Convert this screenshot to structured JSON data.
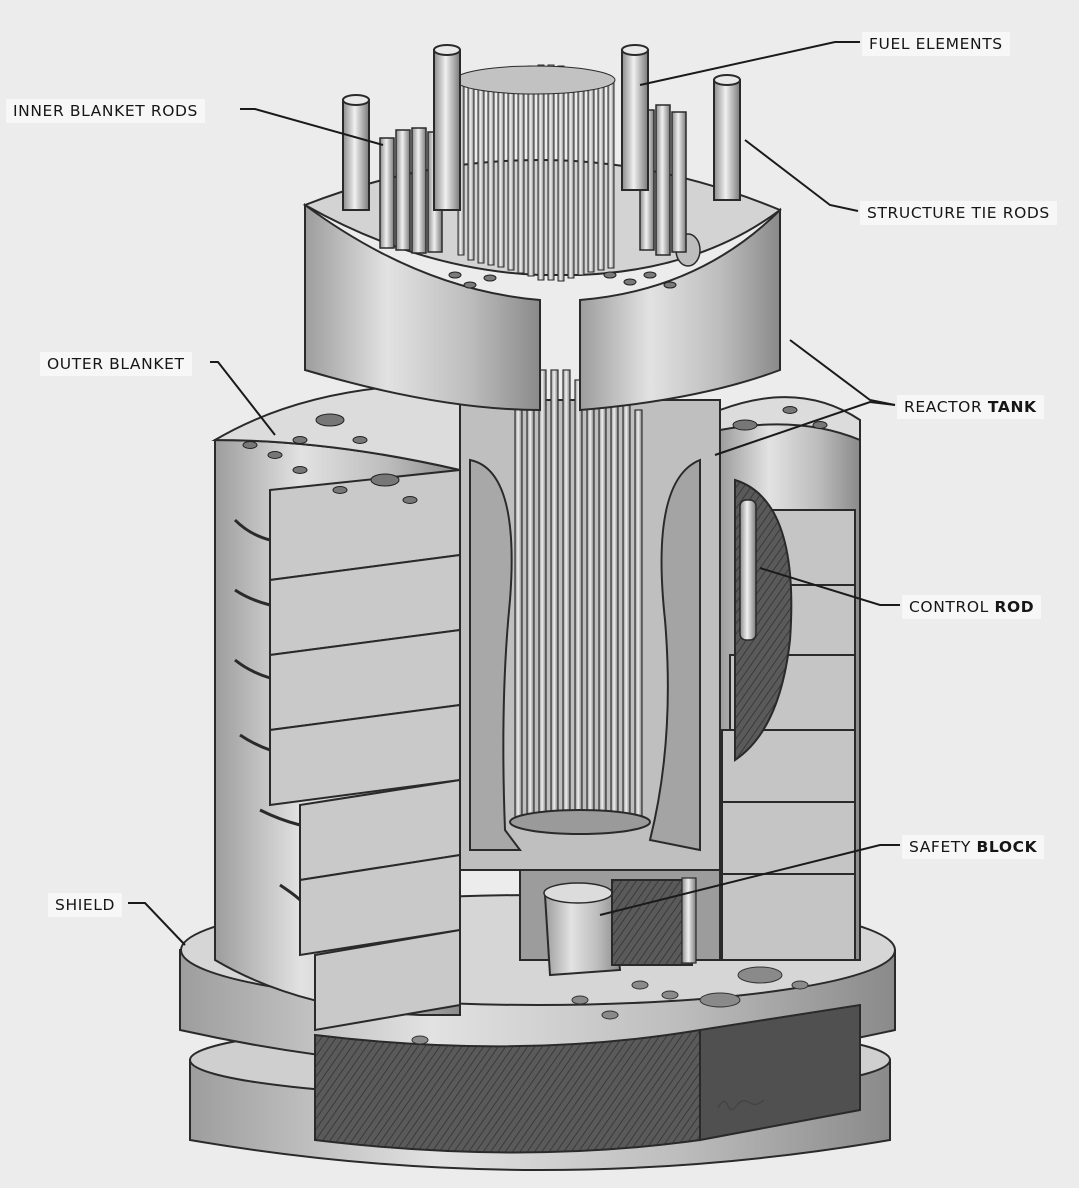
{
  "labels": {
    "fuel_elements": "FUEL ELEMENTS",
    "inner_blanket_rods": "INNER BLANKET RODS",
    "structure_tie_rods": "STRUCTURE TIE RODS",
    "outer_blanket": "OUTER BLANKET",
    "reactor_tank_a": "REACTOR",
    "reactor_tank_b": "TANK",
    "control_rod_a": "CONTROL",
    "control_rod_b": "ROD",
    "safety_block_a": "SAFETY",
    "safety_block_b": "BLOCK",
    "shield": "SHIELD"
  },
  "colors": {
    "paper": "#ececec",
    "ink": "#161616",
    "metal_light": "#d9d9d9",
    "metal_mid": "#b3b3b3",
    "metal_dark": "#6e6e6e",
    "cut_dark": "#4a4a4a"
  }
}
